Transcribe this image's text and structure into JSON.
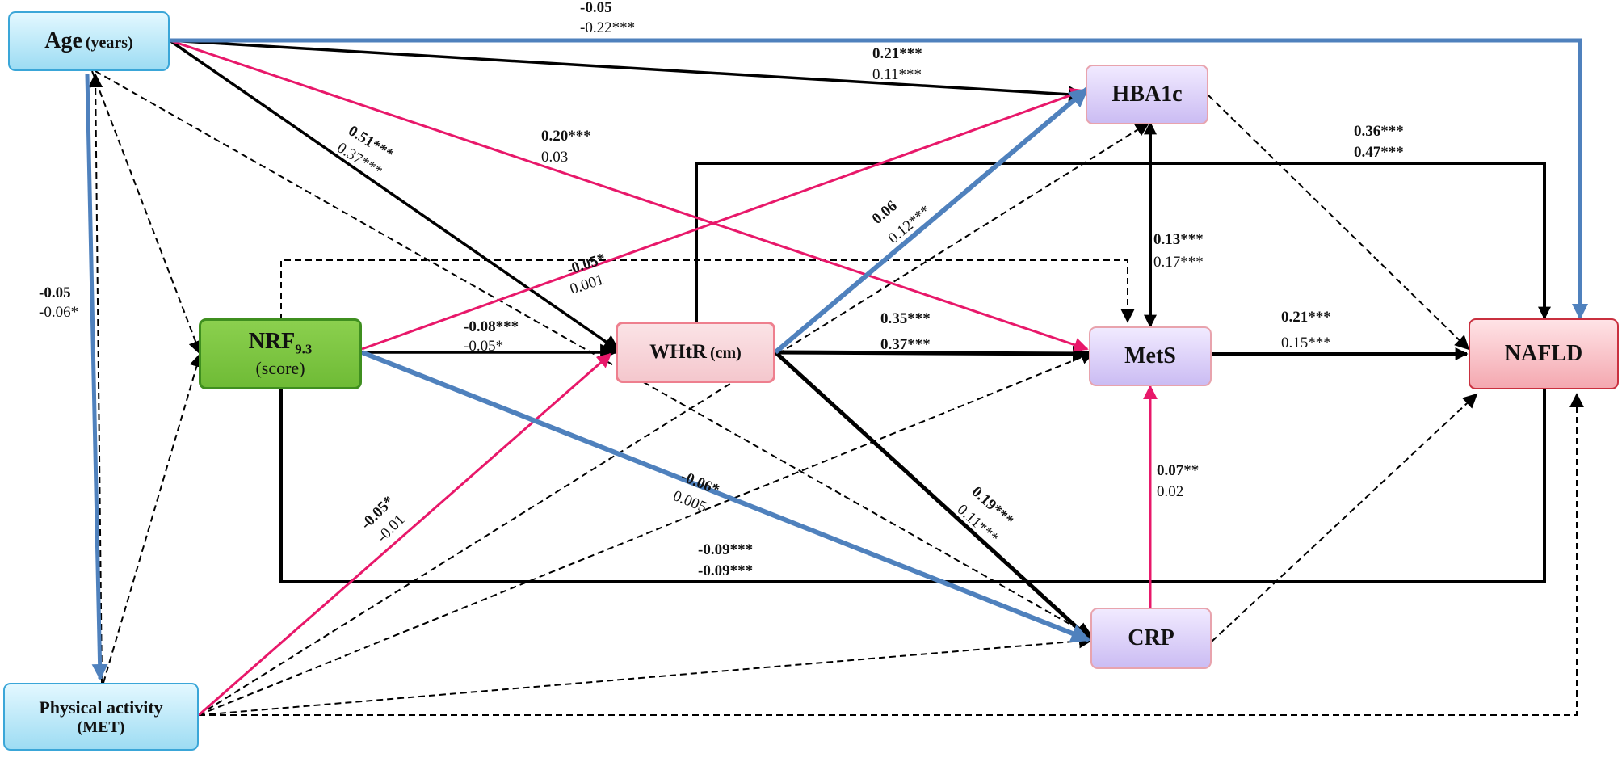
{
  "nodes": {
    "age": {
      "label": "Age",
      "unit": "(years)"
    },
    "pa": {
      "label": "Physical activity",
      "unit": "(MET)"
    },
    "nrf": {
      "label": "NRF",
      "sub": "9.3",
      "unit": "(score)"
    },
    "whtr": {
      "label": "WHtR",
      "unit": "(cm)"
    },
    "hba1c": {
      "label": "HBA1c"
    },
    "mets": {
      "label": "MetS"
    },
    "crp": {
      "label": "CRP"
    },
    "nafld": {
      "label": "NAFLD"
    }
  },
  "coefficients": {
    "age_nafld": {
      "a": "-0.05",
      "b": "-0.22***"
    },
    "age_hba1c": {
      "a": "0.21***",
      "b": "0.11***"
    },
    "age_whtr": {
      "a": "0.51***",
      "b": "0.37***"
    },
    "age_mets": {
      "a": "0.20***",
      "b": "0.03"
    },
    "age_pa": {
      "a": "-0.05",
      "b": "-0.06*"
    },
    "whtr_nafld": {
      "a": "0.36***",
      "b": "0.47***"
    },
    "whtr_hba1c": {
      "a": "0.06",
      "b": "0.12***"
    },
    "nrf_hba1c": {
      "a": "-0.05*",
      "b": "0.001"
    },
    "hba1c_mets": {
      "a": "0.13***",
      "b": "0.17***"
    },
    "nrf_whtr": {
      "a": "-0.08***",
      "b": "-0.05*"
    },
    "whtr_mets": {
      "a": "0.35***",
      "b": "0.37***"
    },
    "mets_nafld": {
      "a": "0.21***",
      "b": "0.15***"
    },
    "crp_mets": {
      "a": "0.07**",
      "b": "0.02"
    },
    "nrf_crp": {
      "a": "-0.06*",
      "b": "0.005"
    },
    "whtr_crp": {
      "a": "0.19***",
      "b": "0.11***"
    },
    "pa_whtr": {
      "a": "-0.05*",
      "b": "-0.01"
    },
    "nrf_nafld": {
      "a": "-0.09***",
      "b": "-0.09***"
    }
  },
  "colors": {
    "black": "#000000",
    "pink": "#e8186a",
    "blue": "#4f81bd"
  }
}
